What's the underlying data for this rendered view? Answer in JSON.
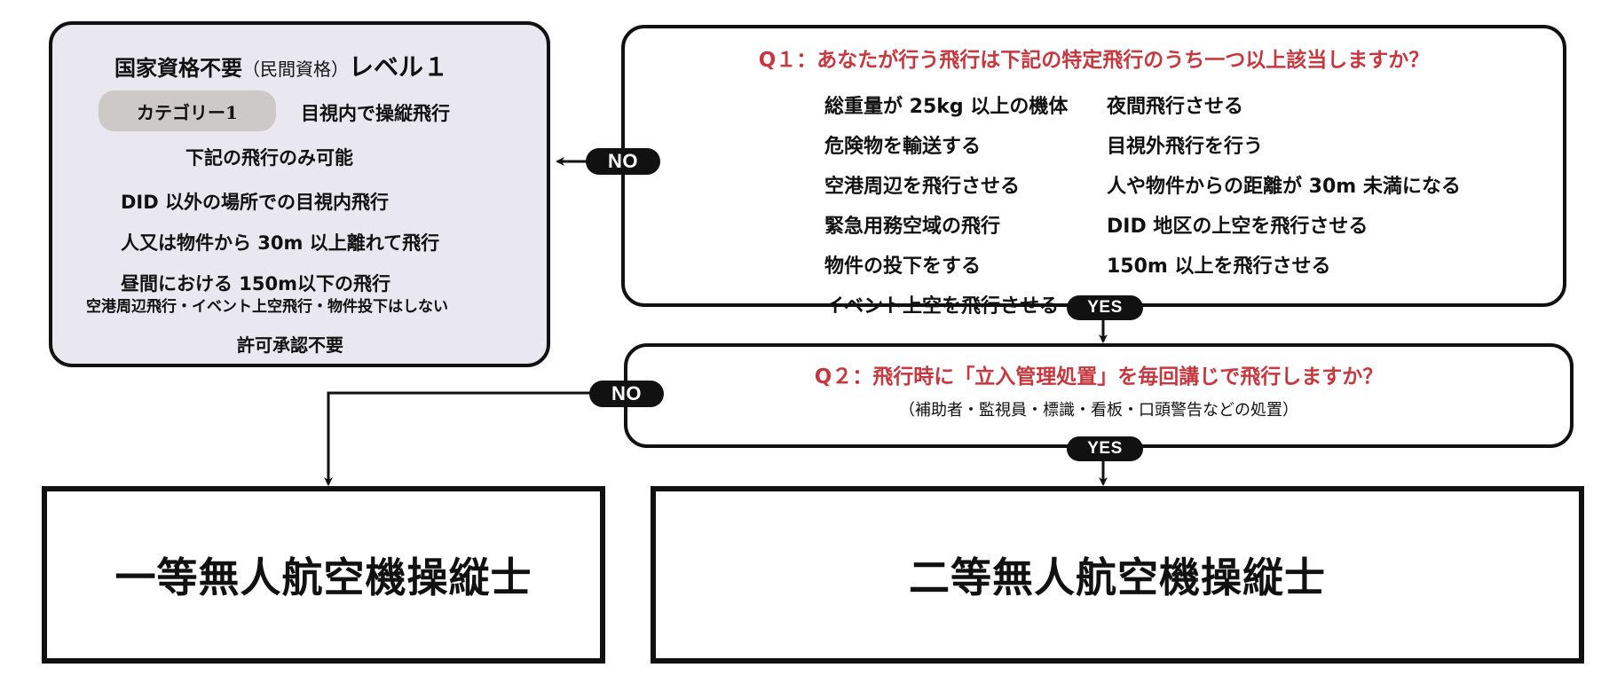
{
  "level1": {
    "title_main": "国家資格不要",
    "title_paren": "（民間資格）",
    "title_level": "レベル１",
    "category_badge": "カテゴリー1",
    "category_desc": "目視内で操縦飛行",
    "only_possible": "下記の飛行のみ可能",
    "conditions": [
      "DID 以外の場所での目視内飛行",
      "人又は物件から 30m 以上離れて飛行",
      "昼間における 150m以下の飛行"
    ],
    "restriction_note": "空港周辺飛行・イベント上空飛行・物件投下はしない",
    "permit_note": "許可承認不要"
  },
  "q1": {
    "question": "Q１：あなたが行う飛行は下記の特定飛行のうち一つ以上該当しますか？",
    "left_items": [
      "総重量が 25kg 以上の機体",
      "危険物を輸送する",
      "空港周辺を飛行させる",
      "緊急用務空域の飛行",
      "物件の投下をする",
      "イベント上空を飛行させる"
    ],
    "right_items": [
      "夜間飛行させる",
      "目視外飛行を行う",
      "人や物件からの距離が 30m 未満になる",
      "DID 地区の上空を飛行させる",
      "150m 以上を飛行させる"
    ]
  },
  "q2": {
    "question": "Q２：飛行時に「立入管理処置」を毎回講じで飛行しますか？",
    "note": "（補助者・監視員・標識・看板・口頭警告などの処置）"
  },
  "labels": {
    "no": "NO",
    "yes": "YES"
  },
  "results": {
    "first_class": "一等無人航空機操縦士",
    "second_class": "二等無人航空機操縦士"
  },
  "colors": {
    "question_red": "#c8373e",
    "level1_bg": "#e9e7f0",
    "category_badge_bg": "#ccc9c7"
  }
}
